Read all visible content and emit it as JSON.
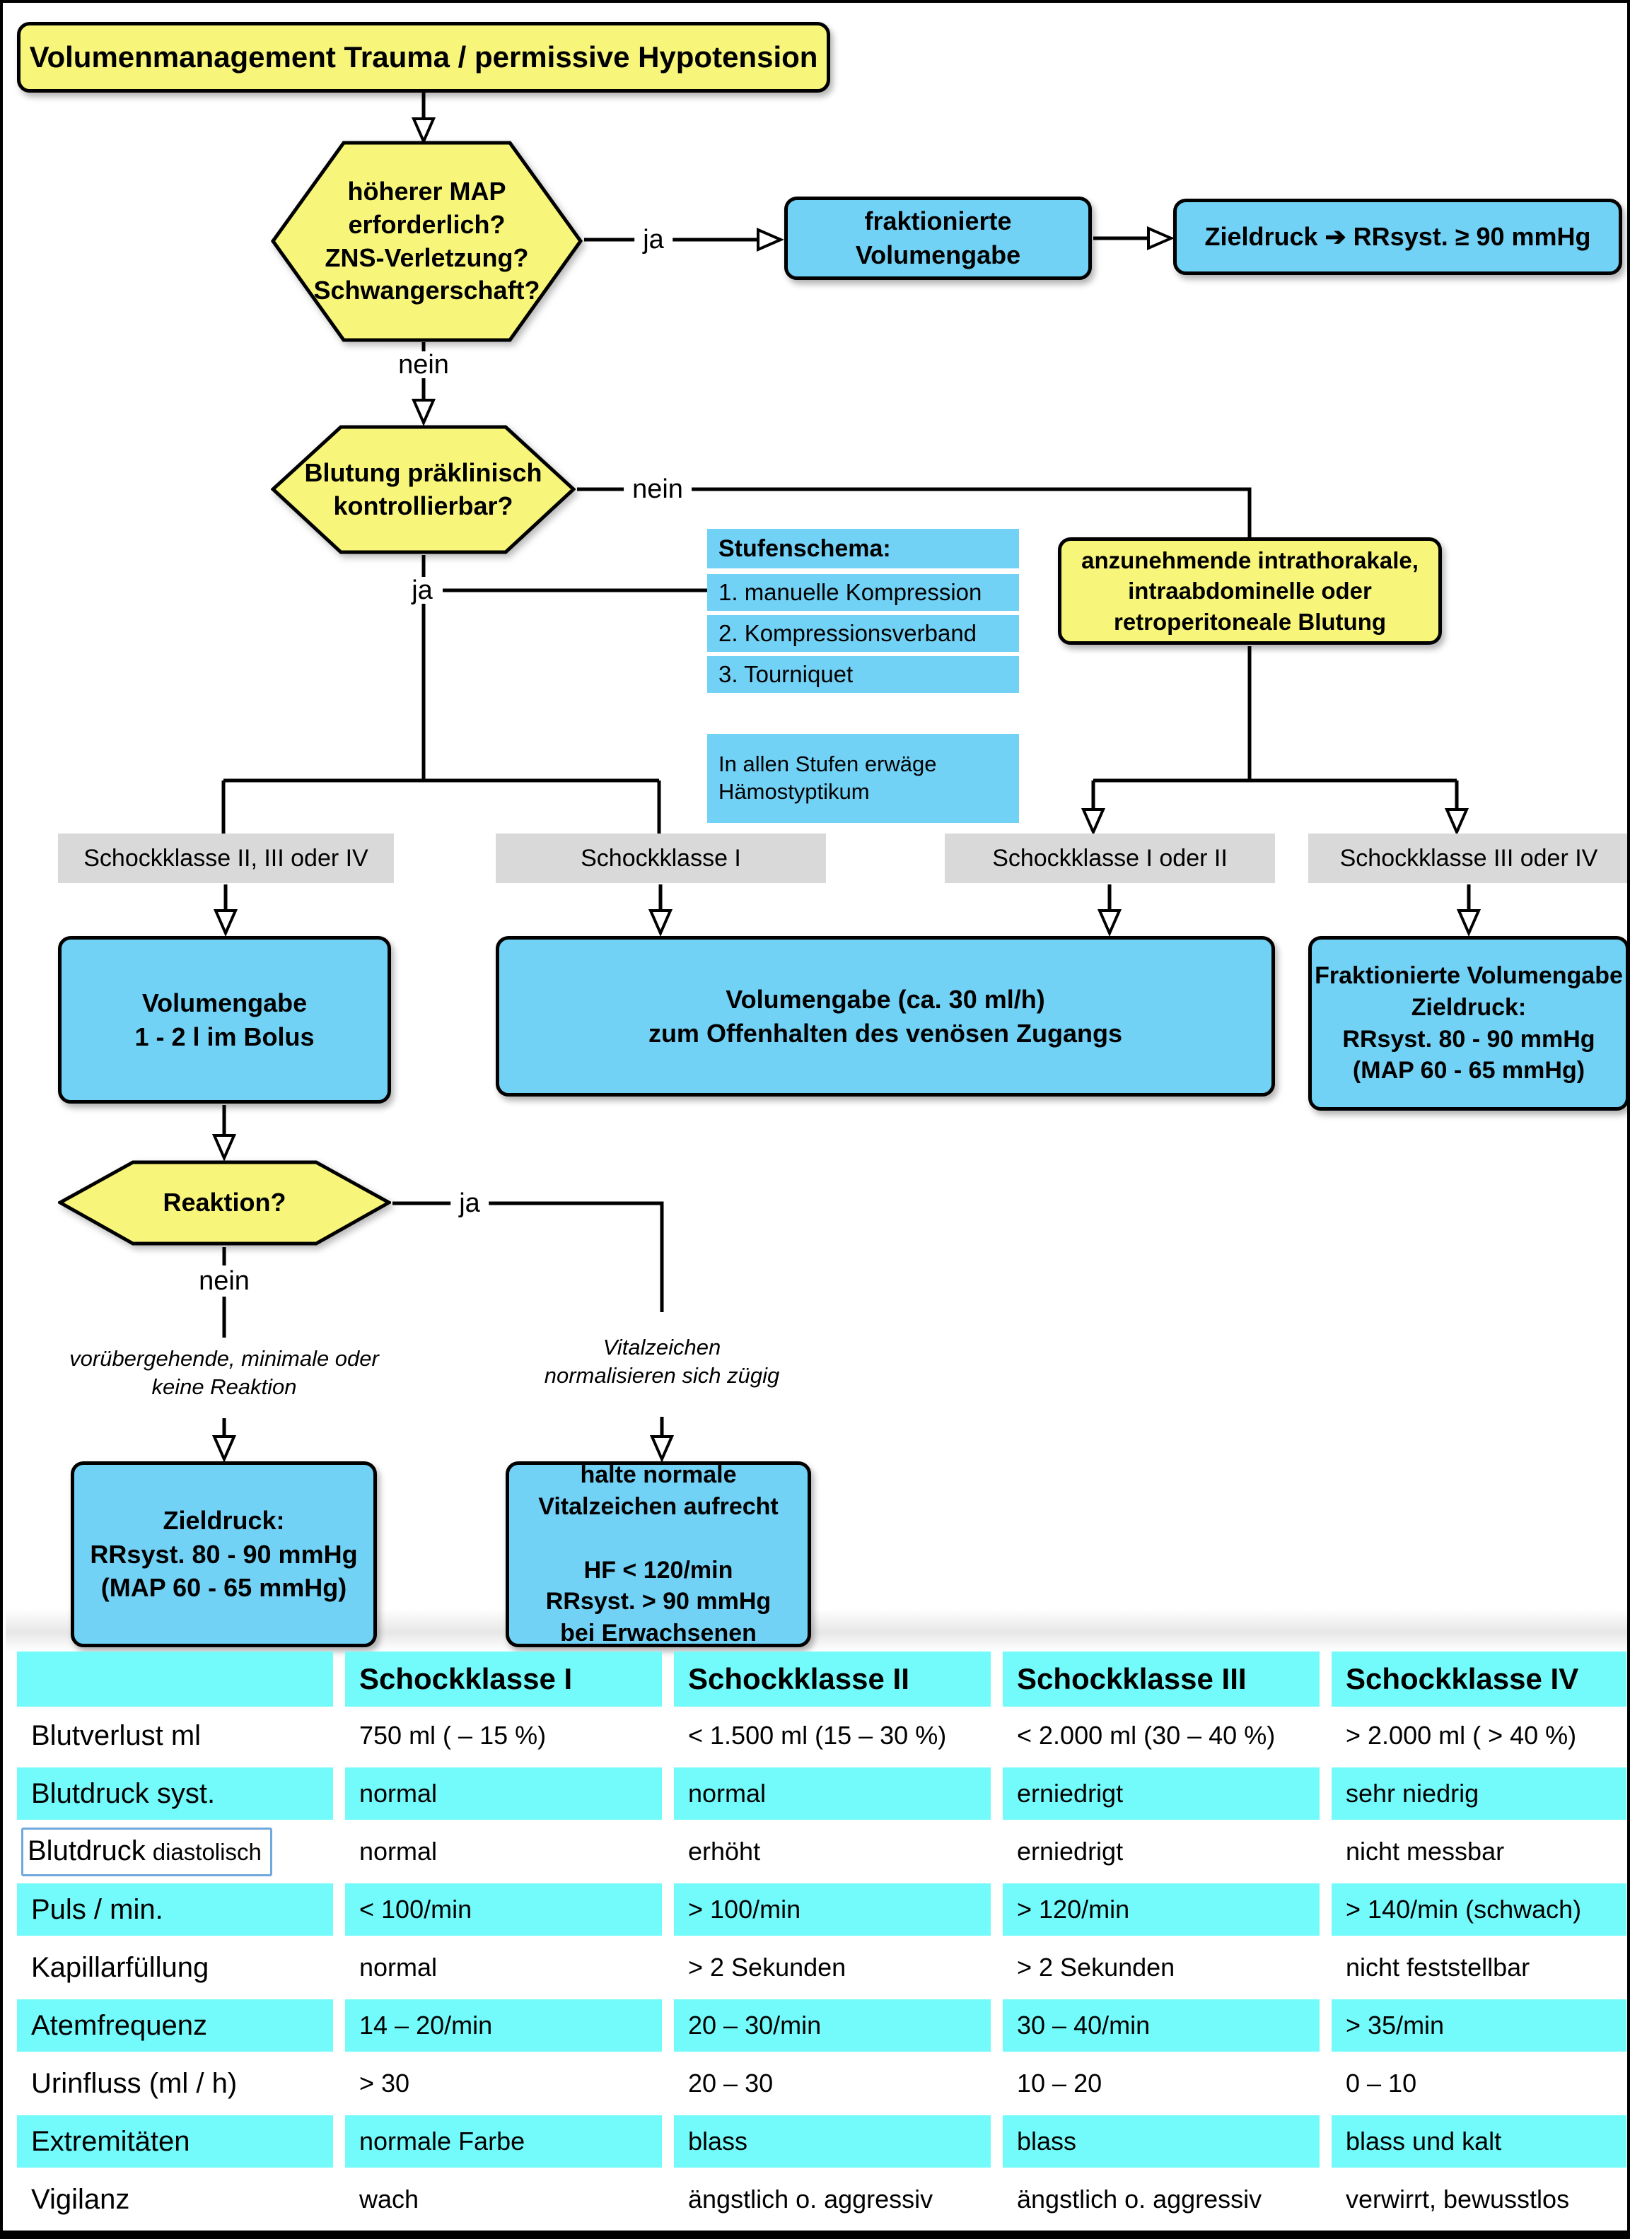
{
  "colors": {
    "node_yellow": "#F8F67A",
    "node_blue": "#72D2F6",
    "table_cyan": "#73FBFB",
    "label_gray": "#D9D9D9",
    "diastolisch_box_border": "#6FA8DC"
  },
  "flowchart": {
    "title": "Volumenmanagement Trauma / permissive Hypotension",
    "decision_map": "höherer MAP\nerforderlich?\nZNS-Verletzung?\nSchwangerschaft?",
    "box_fraktionierte": "fraktionierte\nVolumengabe",
    "box_zieldruck_top": "Zieldruck ➔ RRsyst. ≥ 90 mmHg",
    "decision_blutung": "Blutung präklinisch\nkontrollierbar?",
    "stufenschema": {
      "header": "Stufenschema:",
      "items": [
        "1. manuelle Kompression",
        "2. Kompressionsverband",
        "3. Tourniquet"
      ],
      "note": "In allen Stufen erwäge\nHämostyptikum"
    },
    "box_blutungsquelle": "anzunehmende intrathorakale,\nintraabdominelle oder\nretroperitoneale Blutung",
    "class_labels": [
      "Schockklasse II, III oder IV",
      "Schockklasse I",
      "Schockklasse I oder II",
      "Schockklasse III oder IV"
    ],
    "box_bolus": "Volumengabe\n1 - 2 l im Bolus",
    "box_offenhalten": "Volumengabe (ca. 30 ml/h)\nzum Offenhalten des venösen Zugangs",
    "box_fraktionierte_ziel": "Fraktionierte Volumengabe\nZieldruck:\nRRsyst. 80 - 90 mmHg\n(MAP 60 - 65 mmHg)",
    "decision_reaktion": "Reaktion?",
    "note_keine_reaktion": "vorübergehende, minimale oder\nkeine Reaktion",
    "note_vitalzeichen": "Vitalzeichen\nnormalisieren sich zügig",
    "box_zieldruck_bottom": "Zieldruck:\nRRsyst. 80 - 90 mmHg\n(MAP 60 - 65 mmHg)",
    "box_halte_normale": "halte normale\nVitalzeichen aufrecht\n\nHF < 120/min\nRRsyst. > 90 mmHg\nbei Erwachsenen",
    "labels": {
      "ja_map": "ja",
      "nein_map": "nein",
      "nein_blutung": "nein",
      "ja_blutung": "ja",
      "ja_reaktion": "ja",
      "nein_reaktion": "nein"
    }
  },
  "table": {
    "headers": [
      "",
      "Schockklasse I",
      "Schockklasse II",
      "Schockklasse III",
      "Schockklasse IV"
    ],
    "rows": [
      {
        "label": "Blutverlust ml",
        "values": [
          "750 ml ( – 15 %)",
          "< 1.500 ml (15 – 30 %)",
          "< 2.000 ml (30 – 40 %)",
          "> 2.000 ml ( > 40 %)"
        ]
      },
      {
        "label": "Blutdruck syst.",
        "values": [
          "normal",
          "normal",
          "erniedrigt",
          "sehr niedrig"
        ]
      },
      {
        "label": "Blutdruck",
        "label_small": "diastolisch",
        "values": [
          "normal",
          "erhöht",
          "erniedrigt",
          "nicht messbar"
        ]
      },
      {
        "label": "Puls / min.",
        "values": [
          "< 100/min",
          "> 100/min",
          "> 120/min",
          "> 140/min (schwach)"
        ]
      },
      {
        "label": "Kapillarfüllung",
        "values": [
          "normal",
          "> 2 Sekunden",
          "> 2 Sekunden",
          "nicht feststellbar"
        ]
      },
      {
        "label": "Atemfrequenz",
        "values": [
          "14 – 20/min",
          "20 – 30/min",
          "30 – 40/min",
          "> 35/min"
        ]
      },
      {
        "label": "Urinfluss (ml / h)",
        "values": [
          "> 30",
          "20 – 30",
          "10 – 20",
          "0 – 10"
        ]
      },
      {
        "label": "Extremitäten",
        "values": [
          "normale Farbe",
          "blass",
          "blass",
          "blass und kalt"
        ]
      },
      {
        "label": "Vigilanz",
        "values": [
          "wach",
          "ängstlich o. aggressiv",
          "ängstlich o. aggressiv",
          "verwirrt, bewusstlos"
        ]
      }
    ]
  }
}
